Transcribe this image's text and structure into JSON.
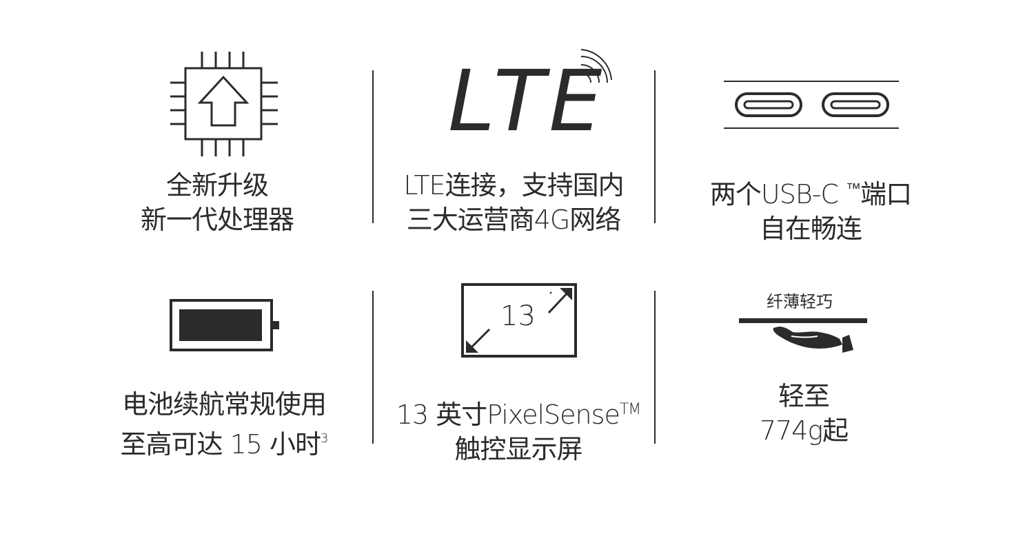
{
  "features": {
    "processor": {
      "line1": "全新升级",
      "line2": "新一代处理器"
    },
    "lte": {
      "logo_text": "LTE",
      "line1": "LTE连接，支持国内",
      "line2": "三大运营商4G网络"
    },
    "usbc": {
      "line1_a": "两个USB-C ",
      "line1_tm": "™",
      "line1_b": "端口",
      "line2": "自在畅连"
    },
    "battery": {
      "line1": "电池续航常规使用",
      "line2": "至高可达 15 小时",
      "line2_sup": "3"
    },
    "display": {
      "icon_number": "13",
      "line1": "13 英寸PixelSense",
      "line1_tm": "TM",
      "line2": "触控显示屏"
    },
    "weight": {
      "icon_label": "纤薄轻巧",
      "line1": "轻至",
      "line2": "774g起"
    }
  },
  "colors": {
    "ink": "#2b2b2b",
    "background": "#ffffff"
  },
  "icons": [
    "chip-arrow-up-icon",
    "lte-signal-icon",
    "usb-c-ports-icon",
    "battery-icon",
    "screen-diagonal-icon",
    "hand-slim-device-icon"
  ]
}
